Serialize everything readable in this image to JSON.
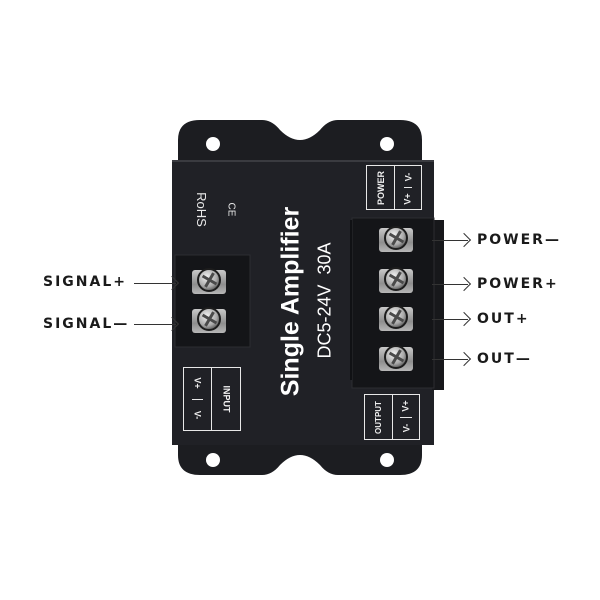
{
  "device": {
    "title": "Single Amplifier",
    "spec": "DC5-24V  30A",
    "rohs": "RoHS",
    "ce": "CE",
    "body_color": "#1e1f23",
    "power_box": {
      "label": "POWER",
      "terminals": [
        "V-",
        "V+"
      ]
    },
    "input_box": {
      "label": "INPUT",
      "terminals": [
        "V+",
        "V-"
      ]
    },
    "output_box": {
      "label": "OUTPUT",
      "terminals": [
        "V+",
        "V-"
      ]
    }
  },
  "callouts": {
    "left": [
      {
        "label": "SIGNAL+"
      },
      {
        "label": "SIGNAL—"
      }
    ],
    "right": [
      {
        "label": "POWER—"
      },
      {
        "label": "POWER+"
      },
      {
        "label": "OUT+"
      },
      {
        "label": "OUT—"
      }
    ]
  }
}
